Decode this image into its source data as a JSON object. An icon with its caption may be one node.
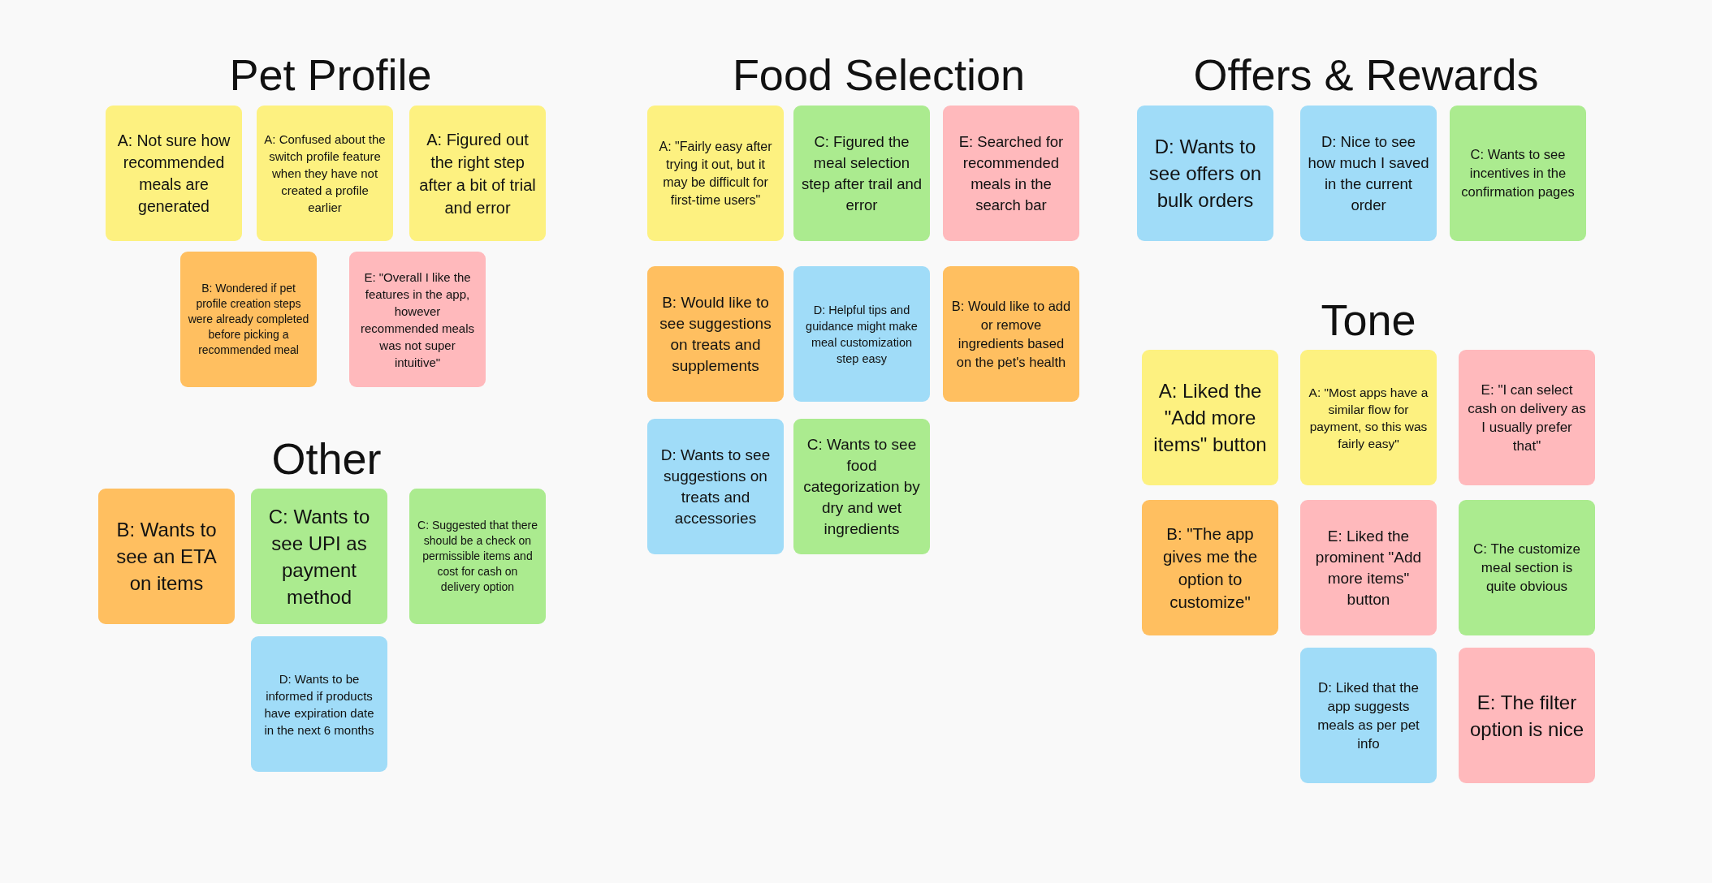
{
  "diagram": {
    "nodes": [
      {
        "text": [
          "A: Not sure how recommended meals are generated"
        ]
      },
      {
        "text": [
          "A: Confused about the switch profile feature when they have not created a profile earlier"
        ]
      },
      {
        "text": [
          "A: Figured out the right step after a bit of trial and error"
        ]
      },
      {
        "text": [
          "B: Wondered if pet profile creation steps were already completed before picking a recommended meal"
        ]
      },
      {
        "text": [
          "E: \"Overall I like the features in the app, however recommended meals was not super intuitive\""
        ]
      },
      {
        "text": [
          "A: \"Fairly easy after trying it out, but it may be difficult for first-time users\""
        ]
      },
      {
        "text": [
          "C: Figured the meal selection step after trail and error"
        ]
      },
      {
        "text": [
          "E: Searched for recommended meals in the search bar"
        ]
      },
      {
        "text": [
          "B: Would like to see suggestions on treats and supplements"
        ]
      },
      {
        "text": [
          "D: Helpful tips and guidance might make meal customization step easy"
        ]
      },
      {
        "text": [
          "B: Would like to add or remove ingredients based on the pet's health"
        ]
      },
      {
        "text": [
          "D: Wants to see suggestions on treats and accessories"
        ]
      },
      {
        "text": [
          "C: Wants to see food categorization by dry and wet ingredients"
        ]
      },
      {
        "text": [
          "D: Wants to see offers on bulk orders"
        ]
      },
      {
        "text": [
          "D: Nice to see how much I saved in the current order"
        ]
      },
      {
        "text": [
          "C: Wants to see incentives in the confirmation pages"
        ]
      },
      {
        "text": [
          "A: Liked the \"Add more items\" button"
        ]
      },
      {
        "text": [
          "A: \"Most apps have a similar flow for payment, so this was fairly easy\""
        ]
      },
      {
        "text": [
          "E: \"I can select cash on delivery as I usually prefer that\""
        ]
      },
      {
        "text": [
          "B: \"The app gives me the option to customize\""
        ]
      },
      {
        "text": [
          "E: Liked the prominent \"Add more items\" button"
        ]
      },
      {
        "text": [
          "C: The customize meal section is quite obvious"
        ]
      },
      {
        "text": [
          "D: Liked that the app suggests meals as per pet info"
        ]
      },
      {
        "text": [
          "E: The filter option is nice"
        ]
      },
      {
        "text": [
          "B: Wants to see an ETA on items"
        ]
      },
      {
        "text": [
          "C: Wants to see UPI as payment method"
        ]
      },
      {
        "text": [
          "C: Suggested that there should be a check on permissible items and cost for cash on delivery option"
        ]
      },
      {
        "text": [
          "D: Wants to be informed if products have expiration date in the next 6 months"
        ]
      }
    ],
    "labels": [
      "Pet Profile",
      "Food Selection",
      "Offers & Rewards",
      "Tone",
      "Other"
    ]
  }
}
